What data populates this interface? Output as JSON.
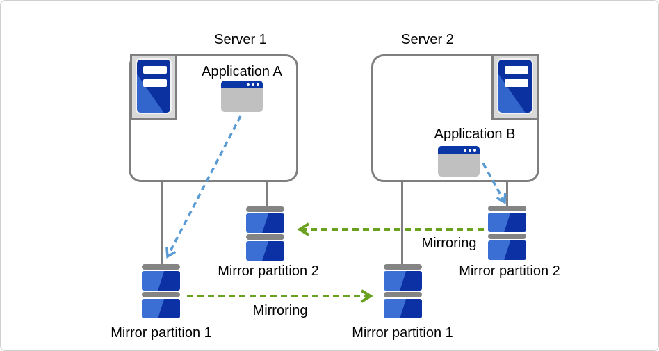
{
  "server1": {
    "title": "Server 1",
    "application": {
      "label": "Application A"
    },
    "partitions": [
      {
        "label": "Mirror partition 1"
      },
      {
        "label": "Mirror partition 2"
      }
    ]
  },
  "server2": {
    "title": "Server 2",
    "application": {
      "label": "Application B"
    },
    "partitions": [
      {
        "label": "Mirror partition 1"
      },
      {
        "label": "Mirror partition 2"
      }
    ]
  },
  "links": {
    "mirroring_s1_to_s2": {
      "label": "Mirroring",
      "direction": "left-to-right"
    },
    "mirroring_s2_to_s1": {
      "label": "Mirroring",
      "direction": "right-to-left"
    }
  },
  "icons": {
    "server_tower": "server-tower-icon",
    "application_window": "app-window-icon",
    "mirror_partition": "disk-partition-icon"
  },
  "colors": {
    "mirroring_arrow_green": "#6aa121",
    "application_arrow_blue": "#5b9bd5",
    "structure_gray": "#7f7f7f",
    "icon_plate_gray": "#d9d9d9",
    "tower_blue_light": "#3366cc",
    "tower_blue_dark": "#0b309f",
    "partition_blue_light": "#3b6fd4",
    "partition_blue_dark": "#0c31a4",
    "window_titlebar_blue": "#0a36a6",
    "window_body_gray": "#c0c0c0"
  }
}
